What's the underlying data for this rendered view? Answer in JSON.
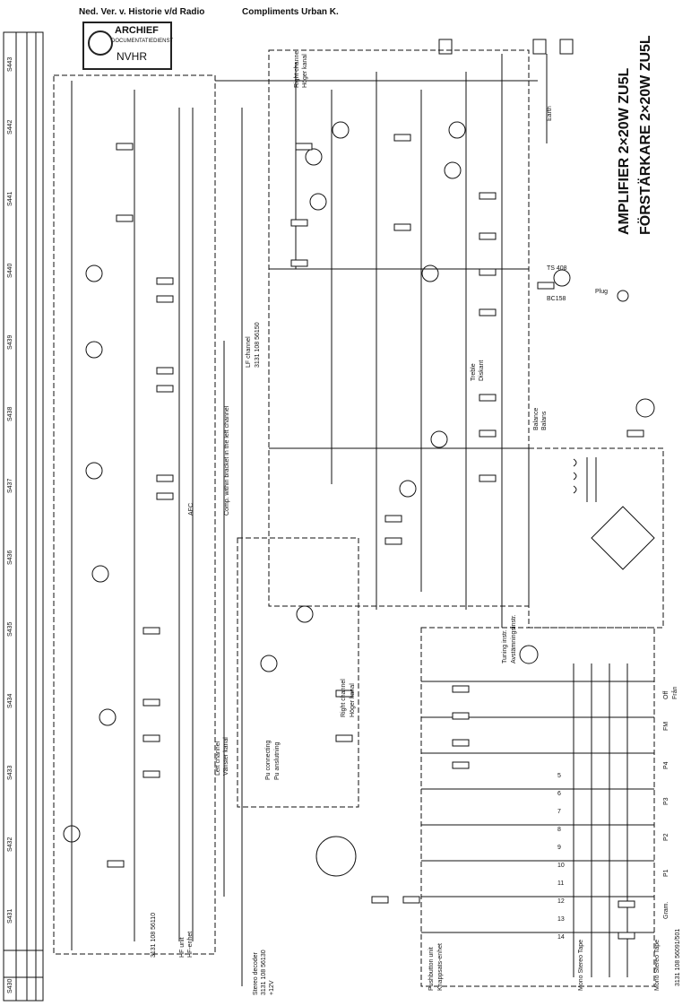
{
  "header": {
    "archive_note": "Ned. Ver. v. Historie v/d Radio",
    "compliments": "Compliments Urban K."
  },
  "stamp": {
    "line1": "ARCHIEF",
    "line2": "DOCUMENTATIEDIENST",
    "line3": "NVHR"
  },
  "title": {
    "line1": "AMPLIFIER  2×20W  ZU5L",
    "line2": "FÖRSTÄRKARE 2×20W ZU5L"
  },
  "labels": {
    "right_channel": "Right channel",
    "hoger_kanal": "Höger kanal",
    "left_channel": "Left channel",
    "vanster_kanal": "Vänster kanal",
    "lf_channel": "LF channel",
    "lf_unit_code": "3131 108 56150",
    "pu_connecting": "Pu connecting",
    "pu_anslutning": "Pu anslutning",
    "balance": "Balance",
    "balans": "Balans",
    "treble": "Treble",
    "diskant": "Diskant",
    "hf_unit": "HF unit",
    "hf_enhet": "HF-enhet",
    "hf_unit_code": "3131 108 56110",
    "tuning_instr": "Tuning instr.",
    "avstamningsinstr": "Avstämningsinstr.",
    "ts408": "TS 408",
    "bc158": "BC158",
    "plug": "Plug",
    "headphone": "Earth",
    "stereo_tape": "Mono  Stereo  Tape",
    "pushbutton_unit": "Pushbutton unit",
    "knappsats": "Knappsats-enhet",
    "pushbutton_code": "3131 108 56091/501",
    "stereo_decoder": "Stereo decoder",
    "stereo_decoder_code": "3131 108 56130",
    "v12": "+12V",
    "afc": "AFC",
    "zu5l_note": "Comp. within bracket in the left channel"
  },
  "buttons": [
    "Off",
    "FM",
    "P4",
    "P3",
    "P2",
    "P1",
    "Gram.",
    "Mono  Stereo  Tape"
  ],
  "buttons_sv": [
    "Från",
    "",
    "",
    "",
    "",
    "",
    "",
    ""
  ],
  "selector_row": [
    "5",
    "6",
    "7",
    "8",
    "9",
    "10",
    "11",
    "12",
    "13",
    "14"
  ],
  "table_cols": [
    "S430",
    "S431",
    "S432",
    "S433",
    "S434",
    "S435",
    "S436",
    "S437",
    "S438",
    "S439",
    "S440",
    "S441",
    "S442",
    "S443"
  ]
}
